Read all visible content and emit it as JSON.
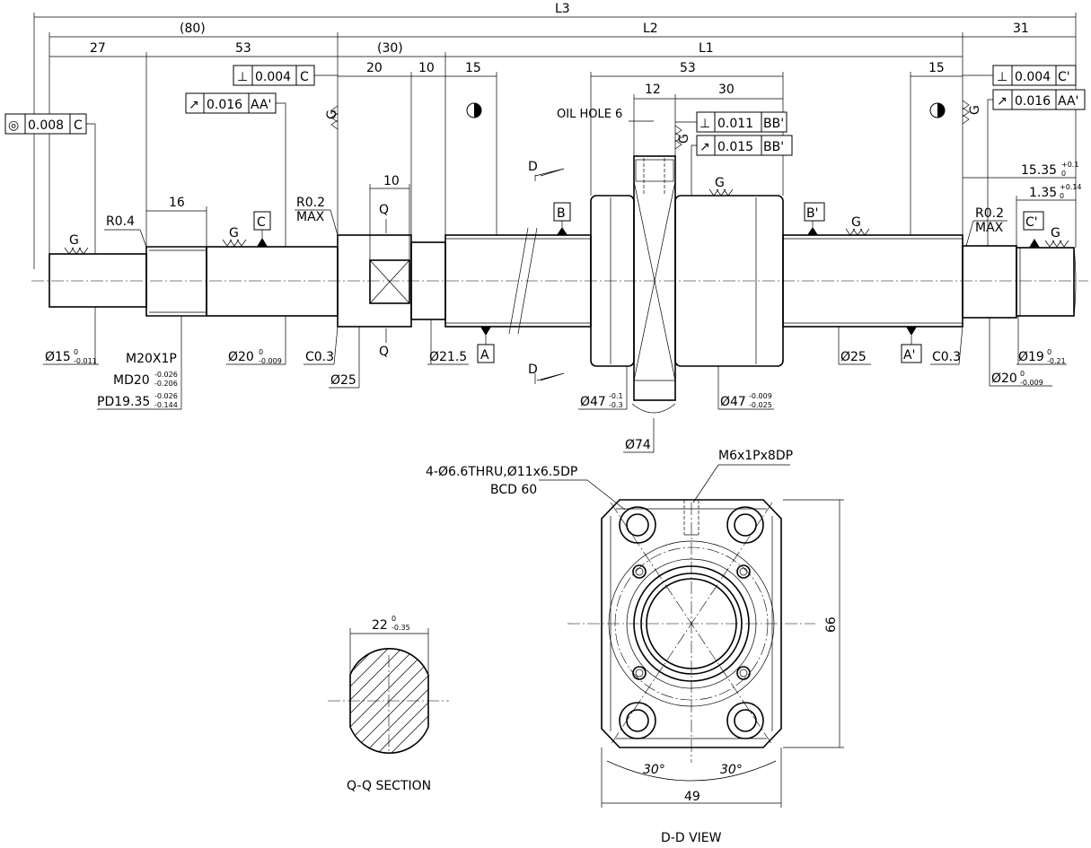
{
  "dims": {
    "l3": "L3",
    "l2": "L2",
    "l1": "L1",
    "d80": "(80)",
    "d31": "31",
    "d27": "27",
    "d53a": "53",
    "d30p": "(30)",
    "d20": "20",
    "d10a": "10",
    "d15a": "15",
    "d53b": "53",
    "d15b": "15",
    "d12": "12",
    "d30": "30",
    "d16": "16",
    "d10b": "10",
    "d15_35": "15.35",
    "d15_35_tol_up": "+0.1",
    "d15_35_tol_lo": "0",
    "d1_35": "1.35",
    "d1_35_tol_up": "+0.14",
    "d1_35_tol_lo": "0",
    "d22": "22",
    "d22_tol_up": "0",
    "d22_tol_lo": "-0.35",
    "d66": "66",
    "d49": "49",
    "ang_left": "30°",
    "ang_right": "30°"
  },
  "diameters": {
    "phi15": "Ø15",
    "phi15_up": "0",
    "phi15_lo": "-0.011",
    "m20": "M20X1P",
    "md20": "MD20",
    "md20_up": "-0.026",
    "md20_lo": "-0.206",
    "pd": "PD19.35",
    "pd_up": "-0.026",
    "pd_lo": "-0.144",
    "phi20a": "Ø20",
    "phi20a_up": "0",
    "phi20a_lo": "-0.009",
    "c03a": "C0.3",
    "phi25a": "Ø25",
    "phi21": "Ø21.5",
    "phi47a": "Ø47",
    "phi47a_up": "-0.1",
    "phi47a_lo": "-0.3",
    "phi47b": "Ø47",
    "phi47b_up": "-0.009",
    "phi47b_lo": "-0.025",
    "phi74": "Ø74",
    "phi25b": "Ø25",
    "c03b": "C0.3",
    "phi19": "Ø19",
    "phi19_up": "0",
    "phi19_lo": "-0.21",
    "phi20b": "Ø20",
    "phi20b_up": "0",
    "phi20b_lo": "-0.009"
  },
  "radii": {
    "r04": "R0.4",
    "r02a": "R0.2",
    "max_a": "MAX",
    "r02b": "R0.2",
    "max_b": "MAX"
  },
  "tolerances": {
    "conc_sym": "◎",
    "conc_val": "0.008",
    "conc_ref": "C",
    "runA_sym": "↗",
    "runA_val": "0.016",
    "runA_ref": "AA'",
    "perpC_sym": "⊥",
    "perpC_val": "0.004",
    "perpC_ref": "C",
    "perpC2_sym": "⊥",
    "perpC2_val": "0.004",
    "perpC2_ref": "C'",
    "runA2_sym": "↗",
    "runA2_val": "0.016",
    "runA2_ref": "AA'",
    "perpB_sym": "⊥",
    "perpB_val": "0.011",
    "perpB_ref": "BB'",
    "runB_sym": "↗",
    "runB_val": "0.015",
    "runB_ref": "BB'"
  },
  "datums": {
    "a": "A",
    "a2": "A'",
    "b": "B",
    "b2": "B'",
    "c": "C",
    "c2": "C'"
  },
  "labels": {
    "oil_hole": "OIL HOLE 6",
    "g": "G",
    "q": "Q",
    "d": "D",
    "holes": "4-Ø6.6THRU,Ø11x6.5DP",
    "bcd": "BCD 60",
    "tap": "M6x1Px8DP",
    "qq_section": "Q-Q SECTION",
    "dd_view": "D-D VIEW"
  }
}
